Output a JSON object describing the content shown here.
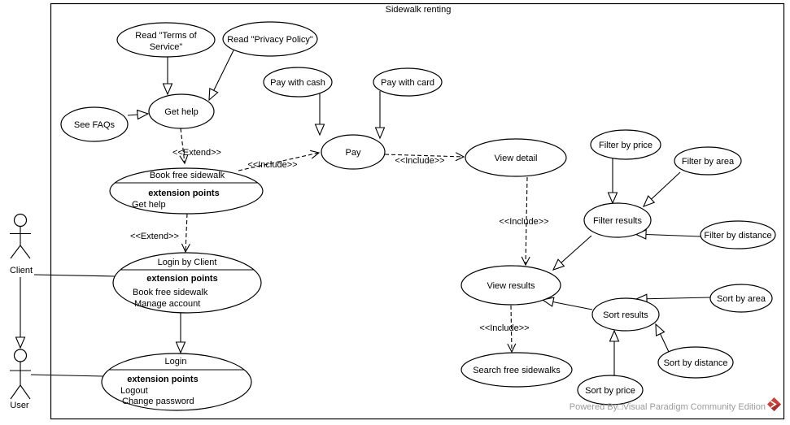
{
  "diagram": {
    "title": "Sidewalk renting",
    "watermark": "Powered By□Visual Paradigm Community Edition"
  },
  "colors": {
    "shape_stroke": "#000000",
    "watermark_text": "#9b9b9b",
    "logo_red": "#c8423a"
  },
  "actors": {
    "client": {
      "label": "Client"
    },
    "user": {
      "label": "User"
    }
  },
  "stereotypes": {
    "extend": "<<Extend>>",
    "include": "<<Include>>"
  },
  "usecases": {
    "read_terms": {
      "line1": "Read \"Terms of",
      "line2": "Service\""
    },
    "read_privacy": {
      "label": "Read \"Privacy Policy\""
    },
    "pay_with_cash": {
      "label": "Pay with cash"
    },
    "pay_with_card": {
      "label": "Pay with card"
    },
    "see_faqs": {
      "label": "See FAQs"
    },
    "get_help": {
      "label": "Get help"
    },
    "pay": {
      "label": "Pay"
    },
    "view_detail": {
      "label": "View detail"
    },
    "filter_by_price": {
      "label": "Filter by price"
    },
    "filter_by_area": {
      "label": "Filter by area"
    },
    "filter_results": {
      "label": "Filter results"
    },
    "filter_by_distance": {
      "label": "Filter by distance"
    },
    "book_free_sidewalk": {
      "label": "Book free sidewalk",
      "ext_header": "extension points",
      "ext_points": [
        "Get help"
      ]
    },
    "login_by_client": {
      "label": "Login by Client",
      "ext_header": "extension points",
      "ext_points": [
        "Book free sidewalk",
        "Manage account"
      ]
    },
    "view_results": {
      "label": "View results"
    },
    "sort_by_area": {
      "label": "Sort by area"
    },
    "sort_results": {
      "label": "Sort results"
    },
    "login": {
      "label": "Login",
      "ext_header": "extension points",
      "ext_points": [
        "Logout",
        "Change password"
      ]
    },
    "sort_by_distance": {
      "label": "Sort by distance"
    },
    "search_free_sidewalks": {
      "label": "Search free sidewalks"
    },
    "sort_by_price": {
      "label": "Sort by price"
    }
  }
}
